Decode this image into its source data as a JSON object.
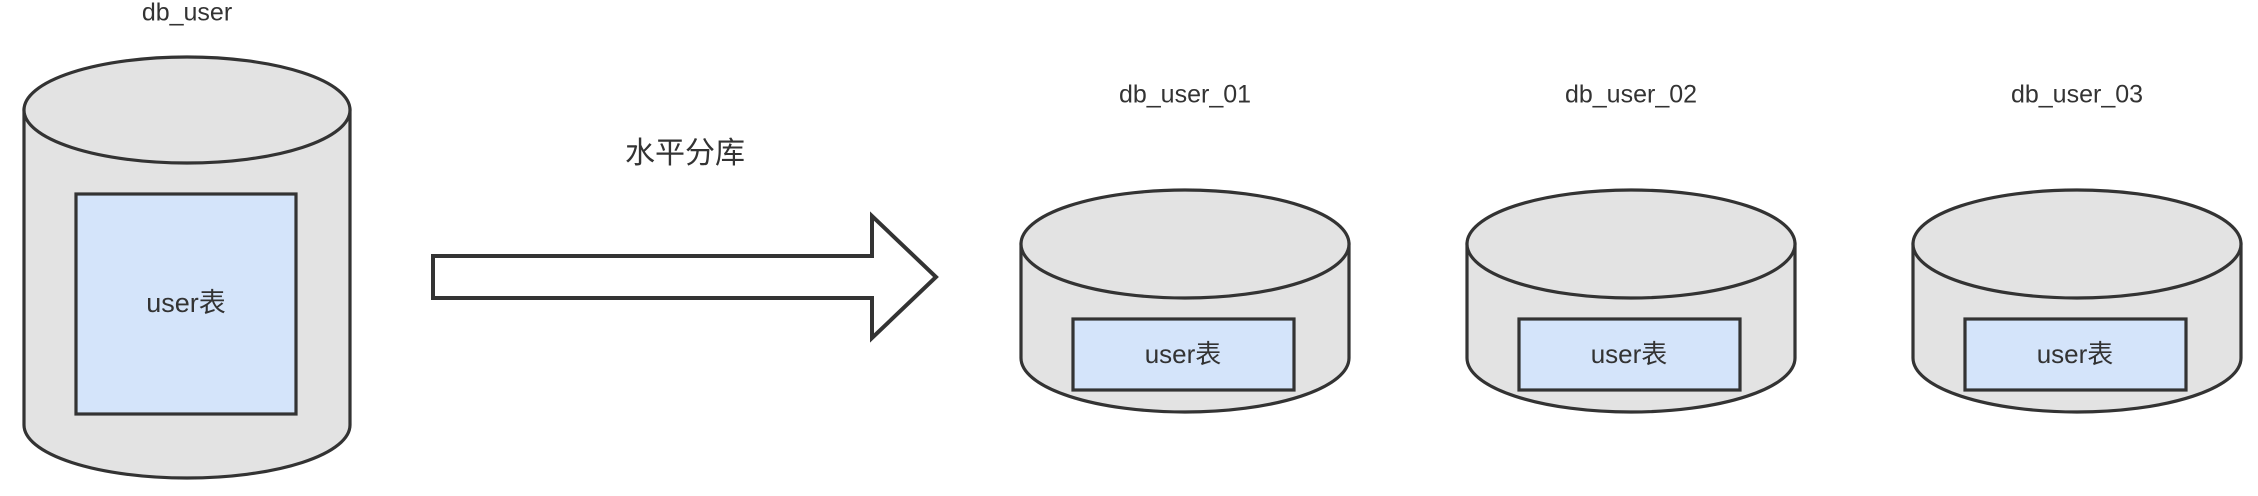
{
  "diagram": {
    "title_text": "水平分库",
    "background_color": "#ffffff",
    "stroke_color": "#333333",
    "cylinder_fill": "#e3e3e3",
    "table_fill": "#d4e4fa"
  },
  "source": {
    "db_label": "db_user",
    "table_label": "user表"
  },
  "arrow": {
    "label": "水平分库"
  },
  "shards": [
    {
      "db_label": "db_user_01",
      "table_label": "user表"
    },
    {
      "db_label": "db_user_02",
      "table_label": "user表"
    },
    {
      "db_label": "db_user_03",
      "table_label": "user表"
    }
  ]
}
